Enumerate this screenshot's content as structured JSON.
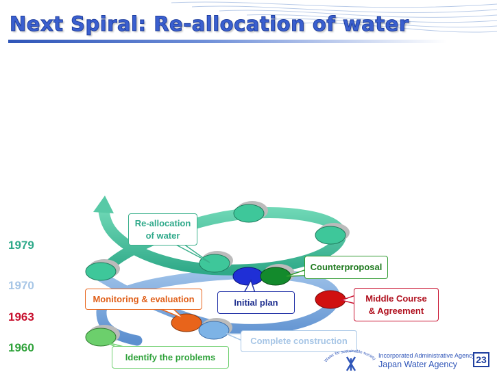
{
  "title": "Next Spiral: Re-allocation of water",
  "years": [
    {
      "label": "1979",
      "color": "#2fa98a"
    },
    {
      "label": "1970",
      "color": "#a7c6e6"
    },
    {
      "label": "1963",
      "color": "#c8102e"
    },
    {
      "label": "1960",
      "color": "#2fa23a"
    }
  ],
  "callouts": {
    "reallocation": [
      "Re-allocation",
      "of water"
    ],
    "counterproposal": "Counterproposal",
    "initial_plan": "Initial plan",
    "middle_course": [
      "Middle Course",
      "& Agreement"
    ],
    "monitoring": "Monitoring & evaluation",
    "complete_construction": "Complete construction",
    "identify_problems": "Identify the problems"
  },
  "footer": {
    "agency_line1": "Incorporated Administrative Agency",
    "agency_line2": "Japan Water Agency",
    "logo_arc_text": "Water for sustainable society",
    "page_number": "23"
  },
  "colors": {
    "title": "#3a5fcf",
    "spiral_green": "#4cc2a0",
    "spiral_blue": "#7aa6d9",
    "node_teal": "#3ec79a",
    "node_blue": "#1f2fd6",
    "node_darkgreen": "#138a2c",
    "node_red": "#d01010",
    "node_orange": "#e8641b",
    "node_lightblue": "#7db3e6",
    "node_green": "#6ccf6c"
  }
}
